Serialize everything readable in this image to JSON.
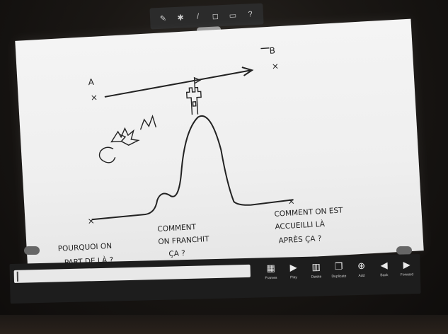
{
  "drawing": {
    "label_a": "A",
    "label_b": "B",
    "caption_left_line1": "POURQUOI ON",
    "caption_left_line2": "PART DE LÀ ?",
    "caption_mid_line1": "COMMENT",
    "caption_mid_line2": "ON FRANCHIT",
    "caption_mid_line3": "ÇA ?",
    "caption_right_line1": "COMMENT ON EST",
    "caption_right_line2": "ACCUEILLI LÀ",
    "caption_right_line3": "APRÈS ÇA ?"
  },
  "toolbar": {
    "items": [
      "pen",
      "brush",
      "eraser",
      "shape",
      "text",
      "help"
    ]
  },
  "player": {
    "tools": [
      {
        "label": "Frames",
        "icon": "grid-icon"
      },
      {
        "label": "Play",
        "icon": "play-icon"
      },
      {
        "label": "Delete",
        "icon": "trash-icon"
      },
      {
        "label": "Duplicate",
        "icon": "duplicate-icon"
      },
      {
        "label": "Add",
        "icon": "add-icon"
      },
      {
        "label": "Back",
        "icon": "back-icon"
      },
      {
        "label": "Forward",
        "icon": "forward-icon"
      }
    ]
  }
}
